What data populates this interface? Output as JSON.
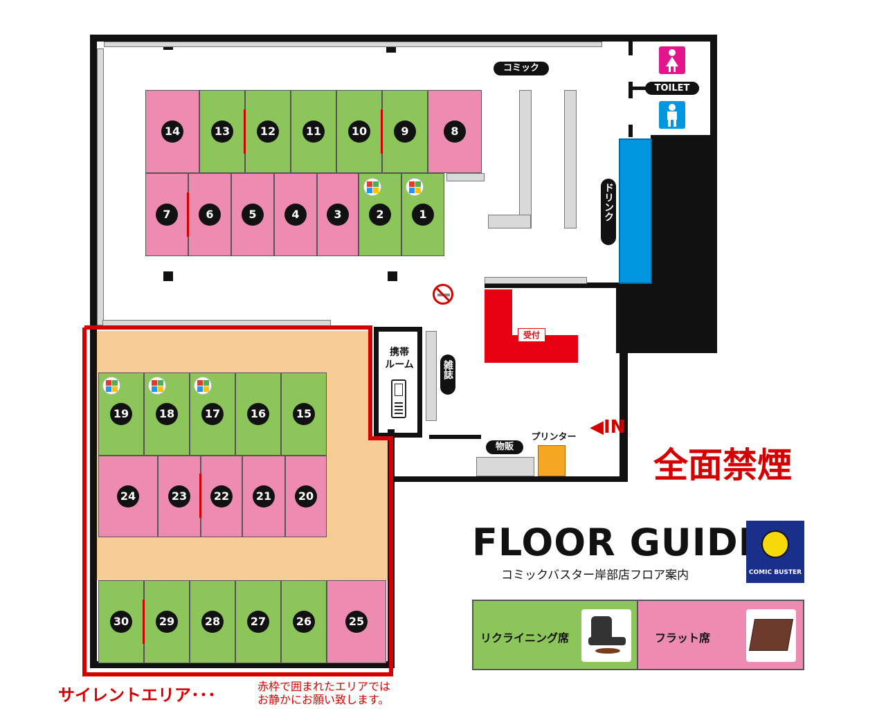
{
  "map": {
    "labels": {
      "comic": "コミック",
      "toilet": "TOILET",
      "drink": "ドリンク",
      "phone_room": "携帯\nルーム",
      "magazine": "雑誌",
      "reception": "受付",
      "goods": "物販",
      "printer": "プリンター",
      "entrance": "◀IN",
      "no_smoking": "全面禁煙"
    },
    "seats_row_top": [
      "14",
      "13",
      "12",
      "11",
      "10",
      "9",
      "8"
    ],
    "seats_row_mid": [
      "7",
      "6",
      "5",
      "4",
      "3",
      "2",
      "1"
    ],
    "seats_silent_a": [
      "19",
      "18",
      "17",
      "16",
      "15"
    ],
    "seats_silent_b": [
      "24",
      "23",
      "22",
      "21",
      "20"
    ],
    "seats_silent_c": [
      "30",
      "29",
      "28",
      "27",
      "26",
      "25"
    ],
    "silent_area": {
      "title": "サイレントエリア･･･",
      "note_line1": "赤枠で囲まれたエリアでは",
      "note_line2": "お静かにお願い致します。"
    }
  },
  "guide": {
    "title": "FLOOR GUIDE",
    "subtitle": "コミックバスター岸部店フロア案内",
    "logo_text": "COMIC BUSTER",
    "legend": {
      "recliner": "リクライニング席",
      "flat": "フラット席"
    }
  },
  "colors": {
    "recliner": "#8cc55a",
    "flat": "#ee8bb0",
    "silent_bg": "#f6cc95",
    "silent_border": "#d40000",
    "drink": "#0096e0",
    "reception": "#e60012",
    "printer": "#f5a623",
    "logo_bg": "#1a2f8a"
  },
  "icons": {
    "toilet_female": "female-icon",
    "toilet_male": "male-icon",
    "pc": "pc-icon",
    "phone": "mobile-phone-icon",
    "no_smoking": "no-smoking-icon"
  }
}
